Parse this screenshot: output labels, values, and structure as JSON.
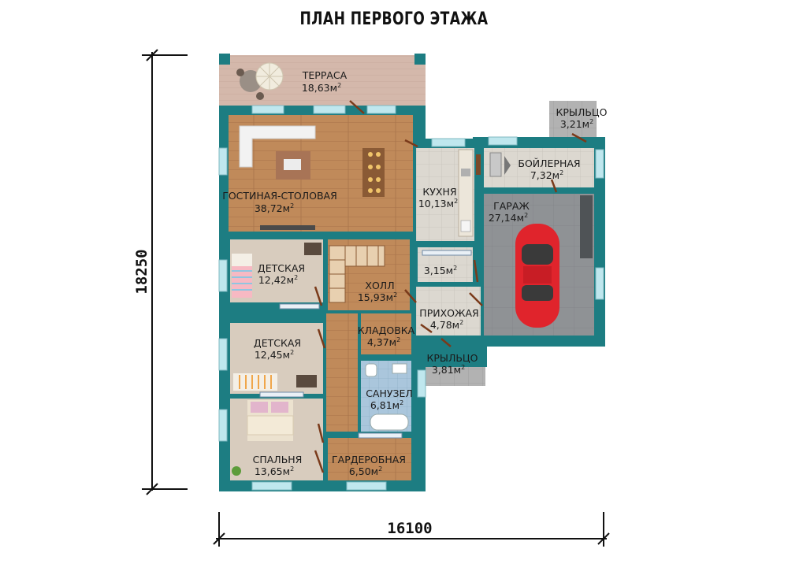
{
  "title": "ПЛАН ПЕРВОГО ЭТАЖА",
  "dimensions": {
    "height": "18250",
    "width": "16100"
  },
  "rooms": {
    "terrace": {
      "name": "ТЕРРАСА",
      "area": "18,63м"
    },
    "living": {
      "name": "ГОСТИНАЯ-СТОЛОВАЯ",
      "area": "38,72м"
    },
    "kitchen": {
      "name": "КУХНЯ",
      "area": "10,13м"
    },
    "porch_top": {
      "name": "КРЫЛЬЦО",
      "area": "3,21м"
    },
    "boiler": {
      "name": "БОЙЛЕРНАЯ",
      "area": "7,32м"
    },
    "garage": {
      "name": "ГАРАЖ",
      "area": "27,14м"
    },
    "kids1": {
      "name": "ДЕТСКАЯ",
      "area": "12,42м"
    },
    "hall": {
      "name": "ХОЛЛ",
      "area": "15,93м"
    },
    "closet_small": {
      "name": "",
      "area": "3,15м"
    },
    "entry": {
      "name": "ПРИХОЖАЯ",
      "area": "4,78м"
    },
    "pantry": {
      "name": "КЛАДОВКА",
      "area": "4,37м"
    },
    "kids2": {
      "name": "ДЕТСКАЯ",
      "area": "12,45м"
    },
    "porch_bottom": {
      "name": "КРЫЛЬЦО",
      "area": "3,81м"
    },
    "bathroom": {
      "name": "САНУЗЕЛ",
      "area": "6,81м"
    },
    "bedroom": {
      "name": "СПАЛЬНЯ",
      "area": "13,65м"
    },
    "wardrobe": {
      "name": "ГАРДЕРОБНАЯ",
      "area": "6,50м"
    }
  },
  "colors": {
    "wall": "#1d7d82",
    "wood_floor": "#c08a5a",
    "tile_floor": "#dcd8d0",
    "garage_floor": "#8f9295",
    "terrace_floor": "#d4b8ab",
    "porch_floor": "#b2b2b2",
    "window": "#bfe7ee",
    "car": "#e0242c"
  }
}
